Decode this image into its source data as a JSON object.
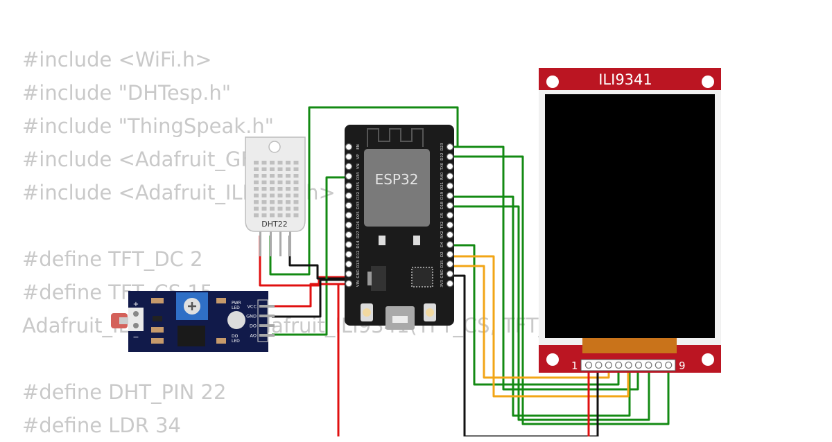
{
  "code_lines": [
    "#include <WiFi.h>",
    "#include \"DHTesp.h\"",
    "#include \"ThingSpeak.h\"",
    "#include <Adafruit_GFX.h>",
    "#include <Adafruit_ILI9341.h>",
    "",
    "#define TFT_DC 2",
    "#define TFT_CS 15",
    "Adafruit_ILI9341 tft = Adafruit_ILI9341(TFT_CS, TFT_DC);",
    "",
    "#define DHT_PIN 22",
    "#define LDR 34"
  ],
  "esp32": {
    "label": "ESP32",
    "left_pins": [
      "EN",
      "VP",
      "VN",
      "D34",
      "D35",
      "D32",
      "D33",
      "D25",
      "D26",
      "D27",
      "D14",
      "D12",
      "D13",
      "GND",
      "VIN"
    ],
    "right_pins": [
      "D23",
      "D22",
      "TX0",
      "RX0",
      "D21",
      "D19",
      "D18",
      "D5",
      "TX2",
      "RX2",
      "D4",
      "D2",
      "D15",
      "GND",
      "3V3"
    ]
  },
  "dht22": {
    "label": "DHT22"
  },
  "ili9341": {
    "label": "ILI9341",
    "pin_first": "1",
    "pin_last": "9"
  },
  "ldr_module": {
    "plus": "+",
    "minus": "−",
    "pwr_led_l1": "PWR",
    "pwr_led_l2": "LED",
    "do_led_l1": "DO",
    "do_led_l2": "LED",
    "pins": [
      "VCC",
      "GND",
      "DO",
      "AO"
    ]
  },
  "colors": {
    "wire_green": "#138a13",
    "wire_red": "#e01010",
    "wire_black": "#111111",
    "wire_orange": "#f2a516",
    "display_frame": "#bb1522",
    "esp32_board": "#1b1b1b",
    "ldr_board": "#111a4a"
  }
}
